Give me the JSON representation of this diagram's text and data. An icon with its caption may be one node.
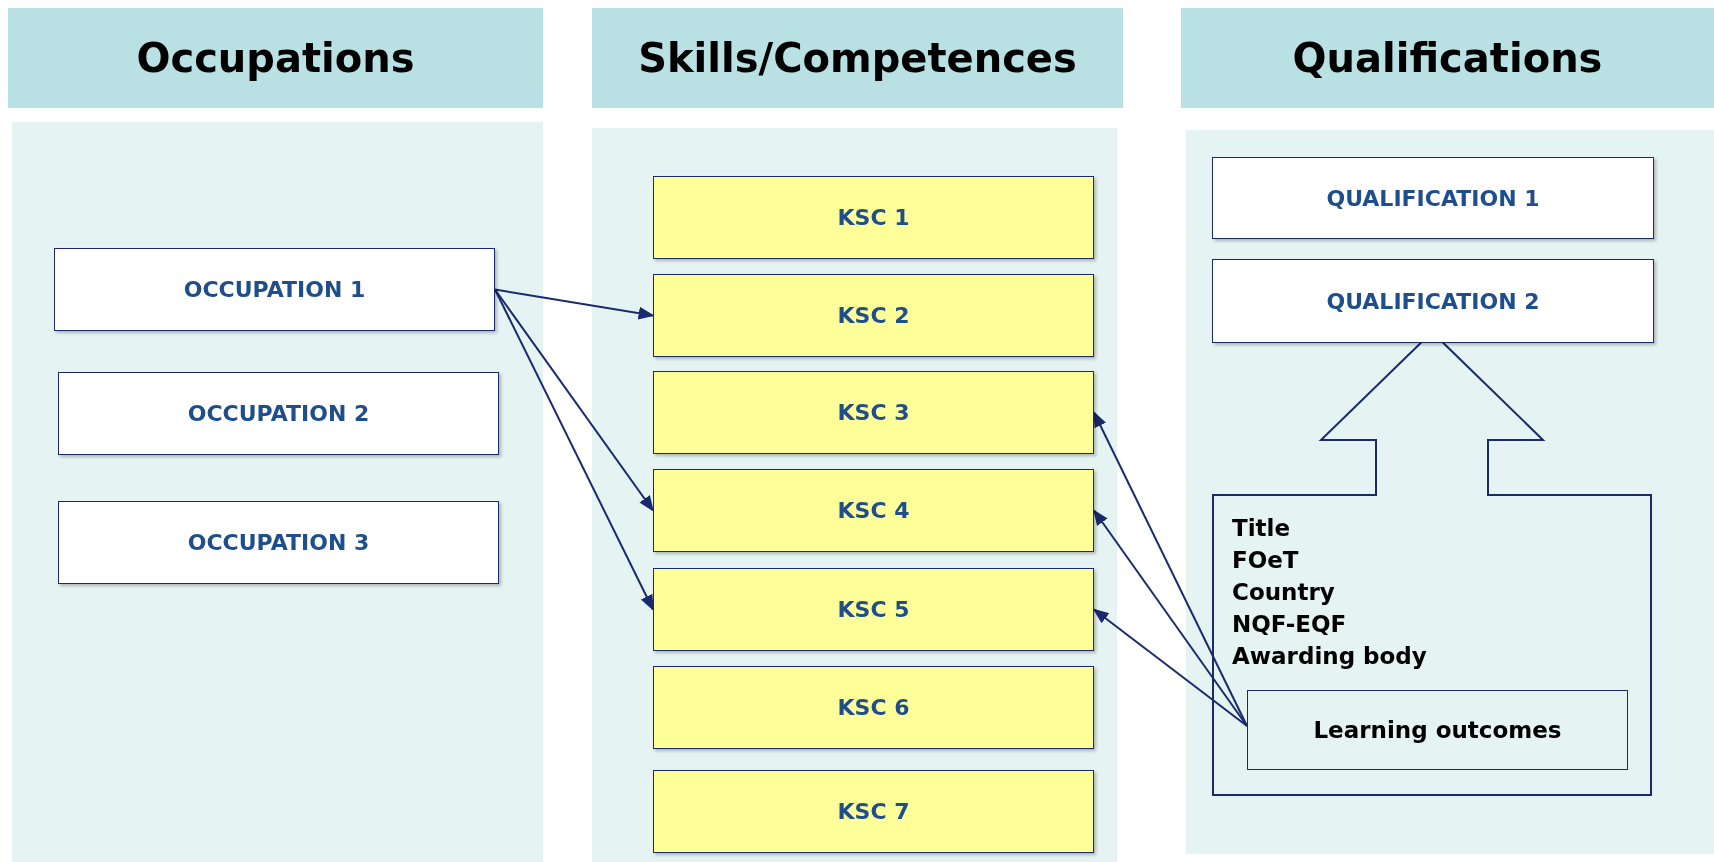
{
  "diagram": {
    "nodes": [
      {
        "text": [
          "Occupations"
        ]
      },
      {
        "text": [
          "OCCUPATION 1"
        ],
        "in": 0
      },
      {
        "text": [
          "OCCUPATION 2"
        ],
        "in": 0
      },
      {
        "text": [
          "OCCUPATION 3"
        ],
        "in": 0
      },
      {
        "text": [
          "Skills/Competences"
        ]
      },
      {
        "text": [
          "KSC 1"
        ],
        "in": 4
      },
      {
        "text": [
          "KSC 2"
        ],
        "in": 4
      },
      {
        "text": [
          "KSC 3"
        ],
        "in": 4
      },
      {
        "text": [
          "KSC 4"
        ],
        "in": 4
      },
      {
        "text": [
          "KSC 5"
        ],
        "in": 4
      },
      {
        "text": [
          "KSC 6"
        ],
        "in": 4
      },
      {
        "text": [
          "KSC 7"
        ],
        "in": 4
      },
      {
        "text": [
          "Qualifications"
        ]
      },
      {
        "text": [
          "QUALIFICATION 1"
        ],
        "in": 12
      },
      {
        "text": [
          "QUALIFICATION 2"
        ],
        "in": 12
      },
      {
        "text": [
          "Title",
          "FOeT",
          "Country",
          "NQF-EQF",
          "Awarding body"
        ],
        "in": 12
      },
      {
        "text": [
          "Learning outcomes"
        ],
        "in": 15
      }
    ],
    "edges": [
      {
        "from": 1,
        "to": 6,
        "arrow": "to"
      },
      {
        "from": 1,
        "to": 8,
        "arrow": "to"
      },
      {
        "from": 1,
        "to": 9,
        "arrow": "to"
      },
      {
        "from": 16,
        "to": 7,
        "arrow": "to"
      },
      {
        "from": 16,
        "to": 8,
        "arrow": "to"
      },
      {
        "from": 16,
        "to": 9,
        "arrow": "to"
      }
    ]
  }
}
